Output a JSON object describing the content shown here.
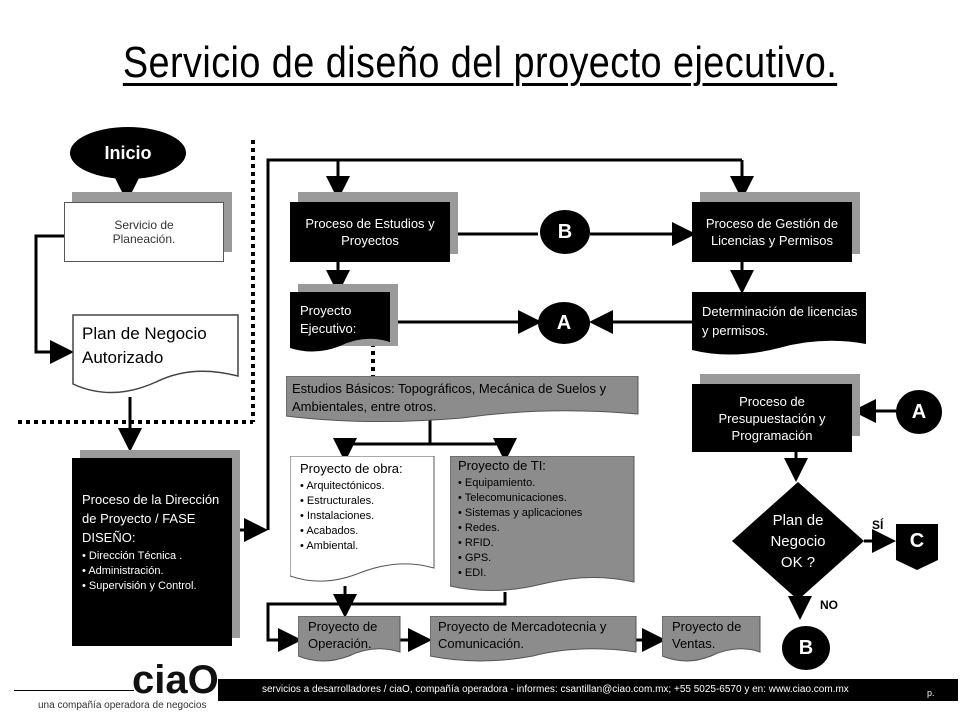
{
  "title": "Servicio de diseño del proyecto ejecutivo.",
  "nodes": {
    "inicio": "Inicio",
    "servicio_planeacion": "Servicio de Planeación.",
    "plan_negocio_autorizado_1": "Plan de Negocio",
    "plan_negocio_autorizado_2": "Autorizado",
    "direccion_title": "Proceso de la Dirección de Proyecto / FASE DISEÑO:",
    "direccion_items": [
      "Dirección Técnica .",
      "Administración.",
      "Supervisión y Control."
    ],
    "estudios_proyectos": "Proceso de Estudios y Proyectos",
    "gestion_licencias": "Proceso de Gestión de Licencias y Permisos",
    "proyecto_ejecutivo": "Proyecto Ejecutivo:",
    "determinacion": "Determinación de licencias y permisos.",
    "estudios_basicos": "Estudios Básicos: Topográficos, Mecánica de Suelos y Ambientales, entre otros.",
    "presupuestacion": "Proceso de Presupuestación y Programación",
    "proyecto_obra_title": "Proyecto de obra:",
    "proyecto_obra_items": [
      "Arquitectónicos.",
      "Estructurales.",
      "Instalaciones.",
      "Acabados.",
      "Ambiental."
    ],
    "proyecto_ti_title": "Proyecto de TI:",
    "proyecto_ti_items": [
      "Equipamiento.",
      "Telecomunicaciones.",
      "Sistemas y aplicaciones",
      "Redes.",
      "RFID.",
      "GPS.",
      "EDI."
    ],
    "plan_ok": "Plan de Negocio OK ?",
    "si": "SÍ",
    "no": "NO",
    "operacion": "Proyecto de Operación.",
    "mercadotecnia": "Proyecto de Mercadotecnia y Comunicación.",
    "ventas": "Proyecto de Ventas."
  },
  "connectors": {
    "b_top": "B",
    "a_mid": "A",
    "a_right": "A",
    "c_right": "C",
    "b_bottom": "B"
  },
  "footer": {
    "logo": "ciaO.",
    "tagline": "una compañía operadora de negocios",
    "info": "servicios a desarrolladores / ciaO, compañía operadora - informes: csantillan@ciao.com.mx; +55 5025-6570 y en: www.ciao.com.mx",
    "page": "p."
  },
  "colors": {
    "black": "#000000",
    "gray": "#8c8c8c",
    "shadow": "#9a9a9a"
  }
}
